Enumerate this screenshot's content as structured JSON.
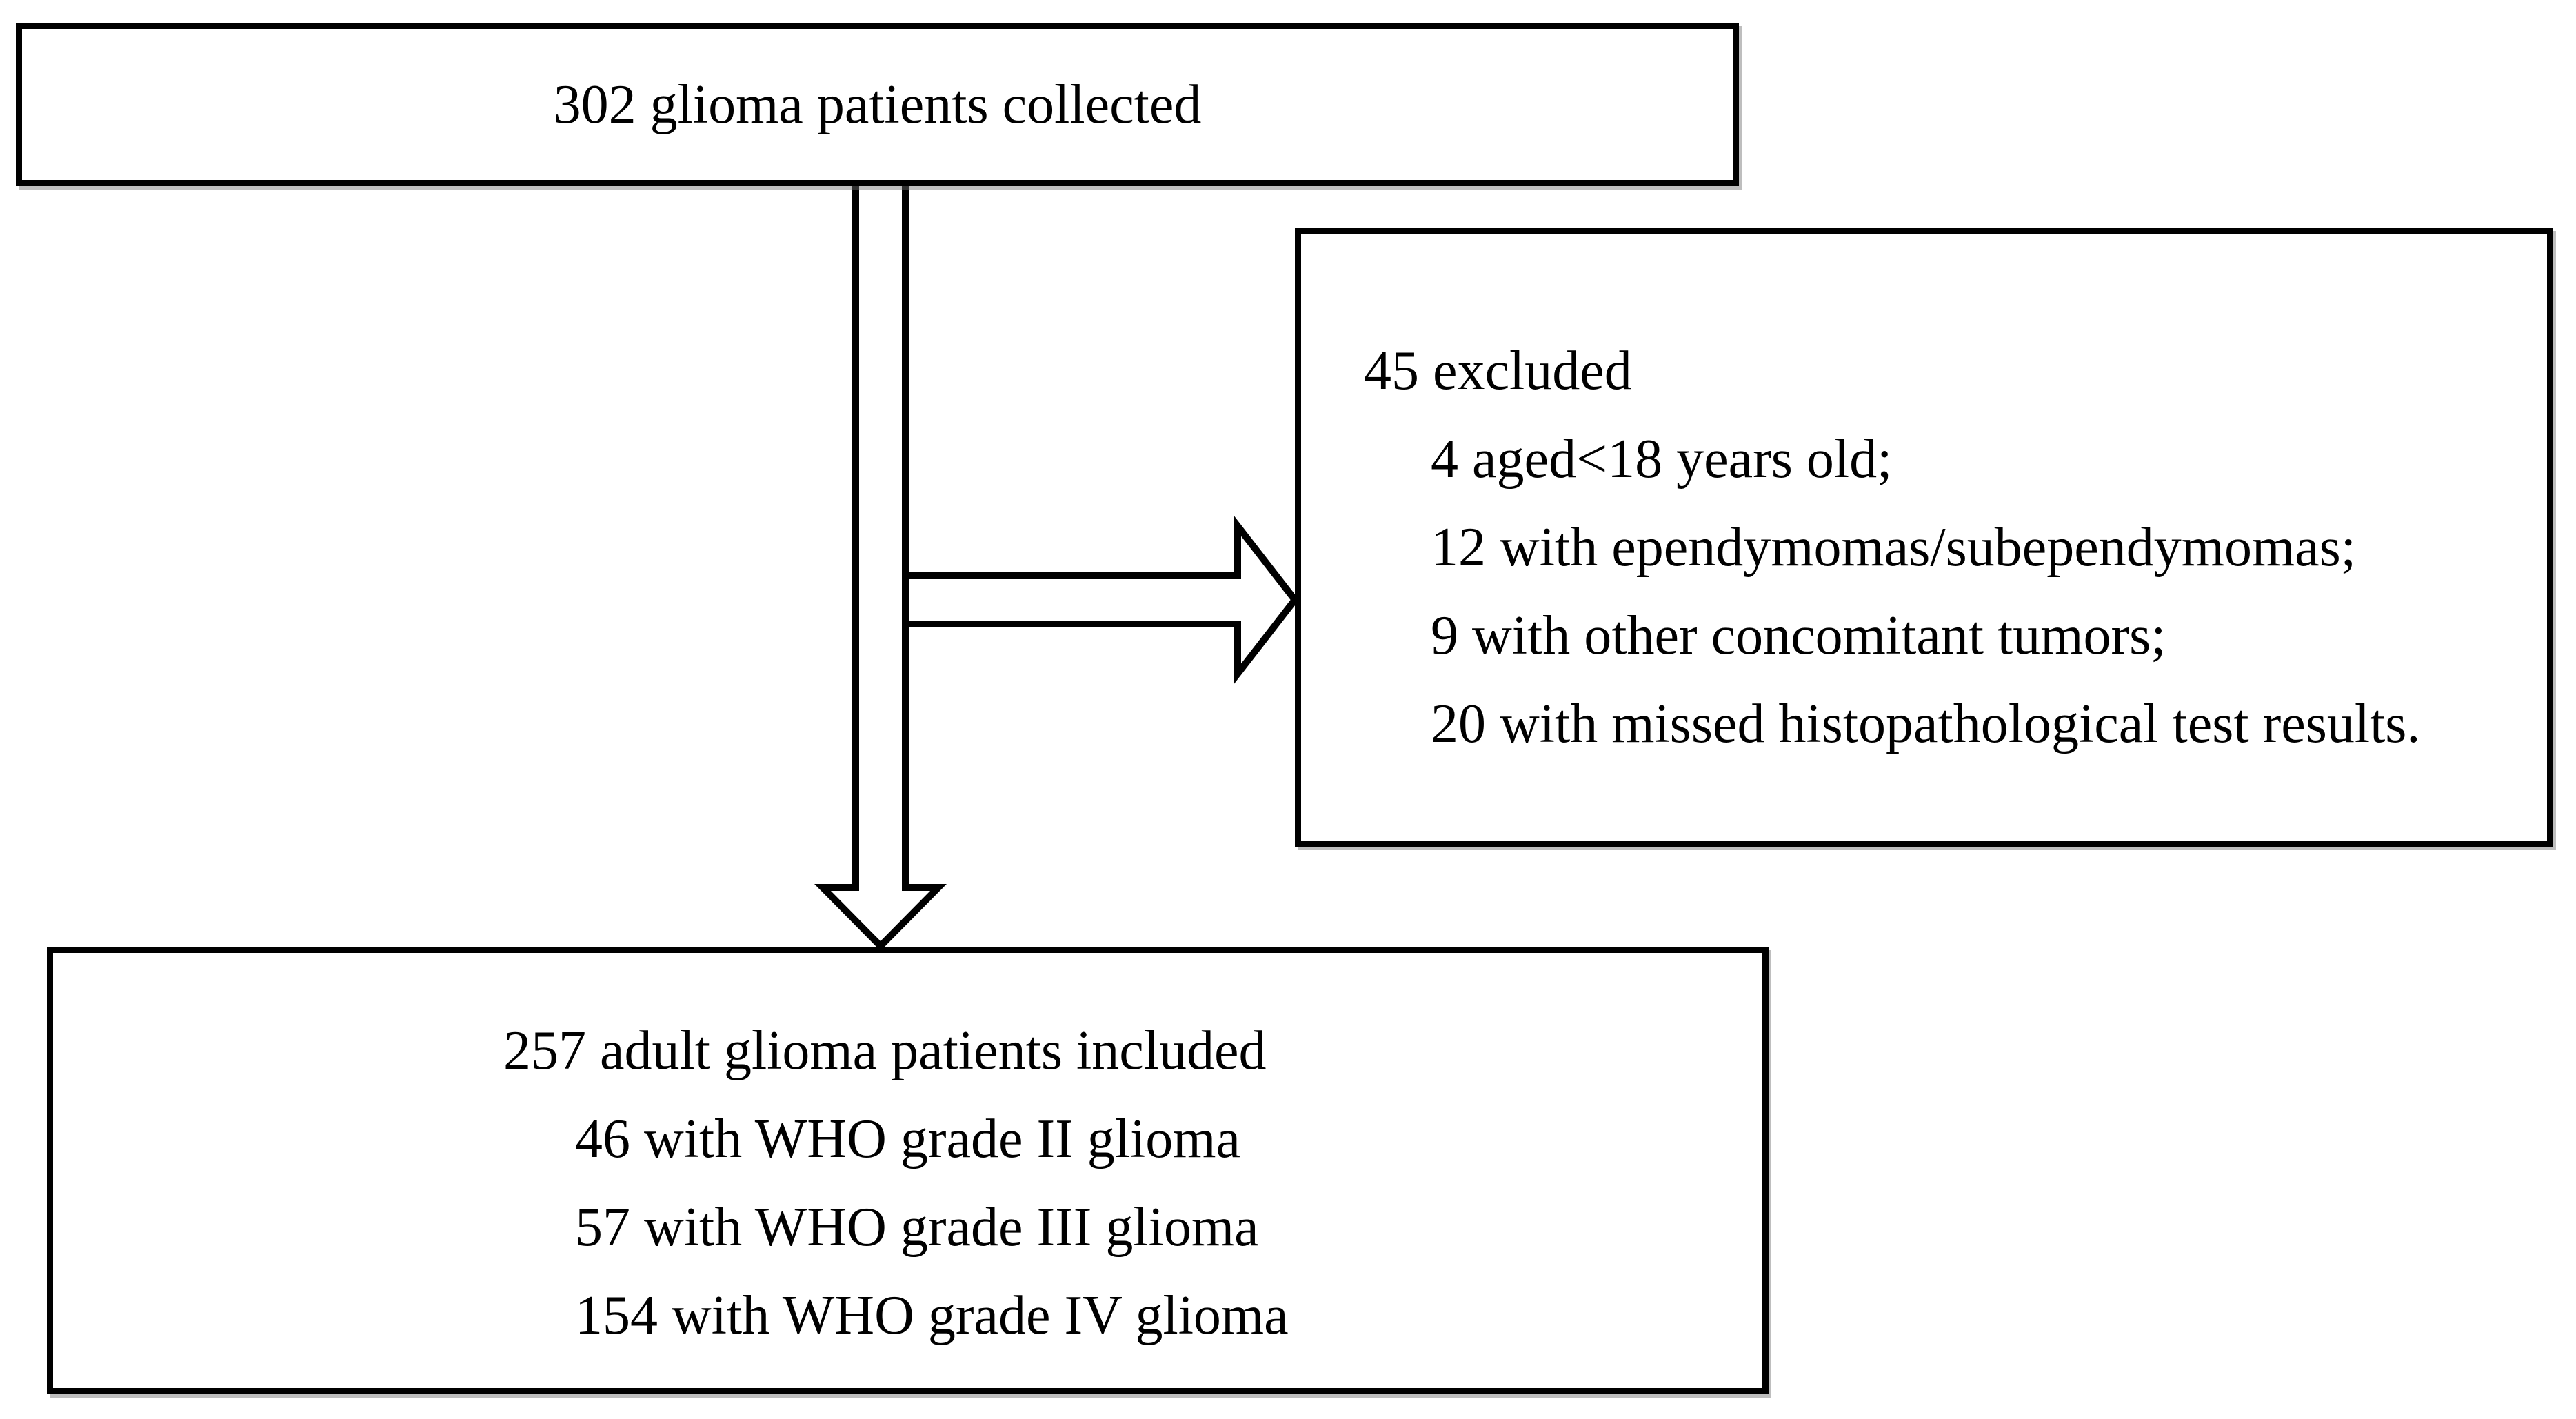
{
  "diagram": {
    "type": "flowchart",
    "background_color": "#ffffff",
    "border_color": "#000000",
    "text_color": "#000000",
    "boxes": {
      "collected": {
        "text": "302 glioma patients collected"
      },
      "excluded": {
        "heading": "45 excluded",
        "items": [
          "4 aged<18 years old;",
          "12 with ependymomas/subependymomas;",
          "9 with other concomitant tumors;",
          "20 with missed histopathological test results."
        ]
      },
      "included": {
        "heading": "257 adult glioma patients included",
        "items": [
          "46 with WHO grade II glioma",
          "57 with WHO grade III glioma",
          "154 with WHO grade IV glioma"
        ]
      }
    },
    "arrows": [
      {
        "name": "down-arrow",
        "style": "hollow-outline",
        "from": "collected",
        "to": "included"
      },
      {
        "name": "right-arrow",
        "style": "hollow-outline",
        "from": "down-arrow-shaft",
        "to": "excluded"
      }
    ]
  }
}
